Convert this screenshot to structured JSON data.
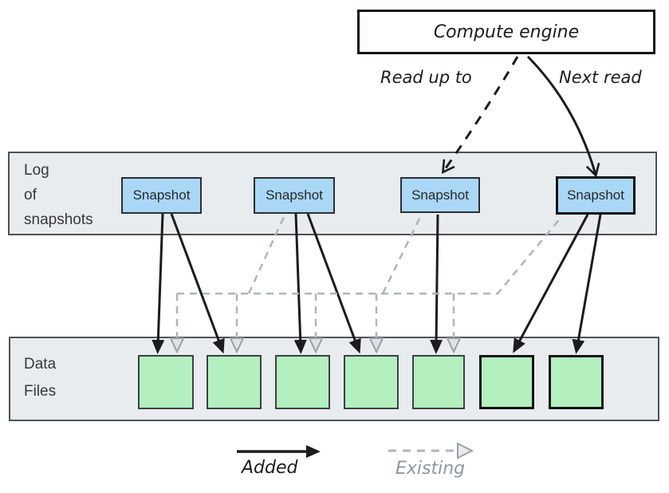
{
  "title_box": {
    "label": "Compute engine"
  },
  "arrows": {
    "read_up_to_label": "Read up to",
    "next_read_label": "Next read"
  },
  "log_band": {
    "label_lines": [
      "Log",
      "of",
      "snapshots"
    ],
    "snapshots": [
      {
        "label": "Snapshot",
        "current": false
      },
      {
        "label": "Snapshot",
        "current": false
      },
      {
        "label": "Snapshot",
        "current": false
      },
      {
        "label": "Snapshot",
        "current": true
      }
    ]
  },
  "data_band": {
    "label_lines": [
      "Data",
      "Files"
    ],
    "files": [
      {
        "status": "existing"
      },
      {
        "status": "existing"
      },
      {
        "status": "existing"
      },
      {
        "status": "existing"
      },
      {
        "status": "existing"
      },
      {
        "status": "new"
      },
      {
        "status": "new"
      }
    ]
  },
  "legend": {
    "added_label": "Added",
    "existing_label": "Existing"
  },
  "colors": {
    "snapshot_fill": "#a9d7f5",
    "file_fill": "#b3efbf",
    "band_fill": "#e9ecef",
    "added_black": "#1c1c1c",
    "existing_gray": "#afb4ba"
  }
}
